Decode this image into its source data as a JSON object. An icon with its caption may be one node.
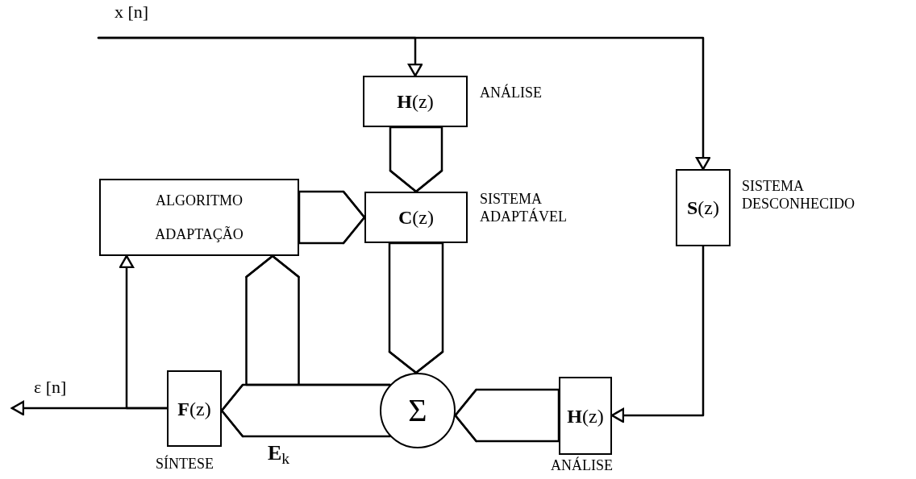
{
  "diagram": {
    "nodes": [
      {
        "text": [
          "**H**(z)"
        ],
        "beside": [
          "ANÁLISE"
        ]
      },
      {
        "text": [
          "ALGORITMO ADAPTAÇÃO"
        ]
      },
      {
        "text": [
          "**C**(z)"
        ],
        "beside": [
          "SISTEMA ADAPTÁVEL"
        ]
      },
      {
        "text": [
          "**S**(z)"
        ],
        "beside": [
          "SISTEMA DESCONHECIDO"
        ]
      },
      {
        "text": [
          "**F**(z)"
        ],
        "beside": [
          "SÍNTESE"
        ]
      },
      {
        "text": [
          "Σ"
        ]
      },
      {
        "text": [
          "**H**(z)"
        ],
        "beside": [
          "ANÁLISE"
        ]
      }
    ],
    "edges": [
      {
        "from": null,
        "to": 0,
        "arrow": "to",
        "label": "x [n]"
      },
      {
        "from": null,
        "to": 3,
        "arrow": "to"
      },
      {
        "from": 0,
        "to": 2,
        "arrow": "to"
      },
      {
        "from": 1,
        "to": 2,
        "arrow": "to"
      },
      {
        "from": 2,
        "to": 5,
        "arrow": "to"
      },
      {
        "from": 6,
        "to": 5,
        "arrow": "to"
      },
      {
        "from": 5,
        "to": 4,
        "arrow": "to",
        "label": "**E**$_{k}$"
      },
      {
        "from": 5,
        "to": 1,
        "arrow": "to"
      },
      {
        "from": 4,
        "to": null,
        "arrow": "to",
        "label": "ε [n]"
      },
      {
        "from": 4,
        "to": 1,
        "arrow": "to"
      },
      {
        "from": 3,
        "to": 6,
        "arrow": "to"
      }
    ]
  }
}
